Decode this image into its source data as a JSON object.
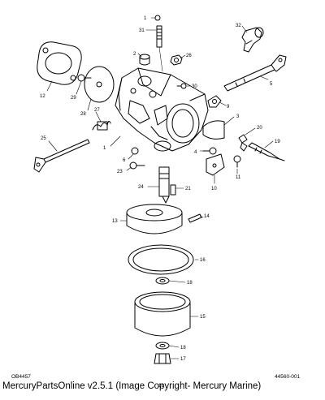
{
  "footer_text": "MercuryPartsOnline v2.5.1 (Image Copyright- Mercury Marine)",
  "codes": {
    "left": "OB4457",
    "right": "44560-001"
  },
  "callouts": [
    {
      "id": "c1",
      "text": "1"
    },
    {
      "id": "c31",
      "text": "31"
    },
    {
      "id": "c32",
      "text": "32"
    },
    {
      "id": "c2",
      "text": "2"
    },
    {
      "id": "c26",
      "text": "26"
    },
    {
      "id": "c12",
      "text": "12"
    },
    {
      "id": "c29",
      "text": "29"
    },
    {
      "id": "c30",
      "text": "30"
    },
    {
      "id": "c5",
      "text": "5"
    },
    {
      "id": "c27",
      "text": "27"
    },
    {
      "id": "c28",
      "text": "28"
    },
    {
      "id": "c9",
      "text": "9"
    },
    {
      "id": "c3",
      "text": "3"
    },
    {
      "id": "c20",
      "text": "20"
    },
    {
      "id": "c1b",
      "text": "1"
    },
    {
      "id": "c25",
      "text": "25"
    },
    {
      "id": "c4",
      "text": "4"
    },
    {
      "id": "c19",
      "text": "19"
    },
    {
      "id": "c6",
      "text": "6"
    },
    {
      "id": "c23",
      "text": "23"
    },
    {
      "id": "c11",
      "text": "11"
    },
    {
      "id": "c24",
      "text": "24"
    },
    {
      "id": "c21",
      "text": "21"
    },
    {
      "id": "c10",
      "text": "10"
    },
    {
      "id": "c13",
      "text": "13"
    },
    {
      "id": "c14",
      "text": "14"
    },
    {
      "id": "c16",
      "text": "16"
    },
    {
      "id": "c18a",
      "text": "18"
    },
    {
      "id": "c15",
      "text": "15"
    },
    {
      "id": "c18b",
      "text": "18"
    },
    {
      "id": "c17",
      "text": "17"
    },
    {
      "id": "c18c",
      "text": "18"
    }
  ]
}
